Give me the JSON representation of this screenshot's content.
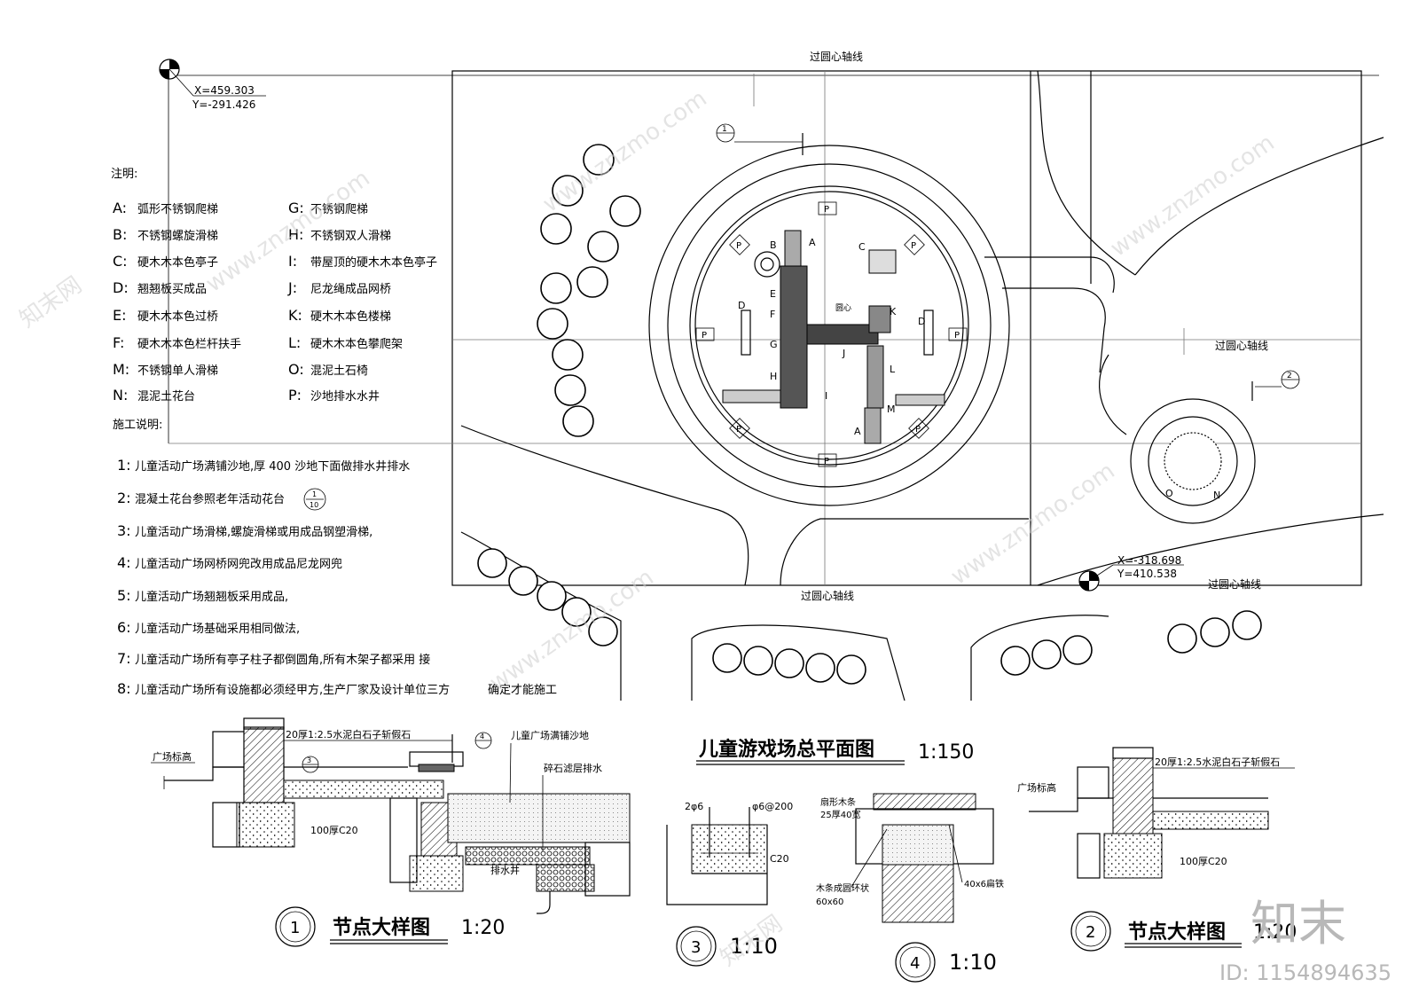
{
  "plan": {
    "axis_label_top": "过圆心轴线",
    "axis_label_bottom": "过圆心轴线",
    "axis_label_right_mid": "过圆心轴线",
    "axis_label_right_bottom": "过圆心轴线",
    "center_label": "圆心",
    "coord_top": {
      "x": "X=459.303",
      "y": "Y=-291.426"
    },
    "coord_bottom": {
      "x": "X=-318.698",
      "y": "Y=410.538"
    },
    "callout_1": "1",
    "callout_2": "2",
    "equipment_letters": [
      "A",
      "B",
      "C",
      "D",
      "E",
      "F",
      "G",
      "H",
      "I",
      "J",
      "K",
      "L",
      "M",
      "O",
      "N",
      "P"
    ],
    "title": "儿童游戏场总平面图",
    "scale": "1:150"
  },
  "legend": {
    "heading": "注明:",
    "items": [
      {
        "key": "A:",
        "text": "弧形不锈钢爬梯"
      },
      {
        "key": "B:",
        "text": "不锈钢螺旋滑梯"
      },
      {
        "key": "C:",
        "text": "硬木木本色亭子"
      },
      {
        "key": "D:",
        "text": "翘翘板买成品"
      },
      {
        "key": "E:",
        "text": "硬木木本色过桥"
      },
      {
        "key": "F:",
        "text": "硬木木本色栏杆扶手"
      },
      {
        "key": "M:",
        "text": "不锈钢单人滑梯"
      },
      {
        "key": "N:",
        "text": "混泥土花台"
      },
      {
        "key": "G:",
        "text": "不锈钢爬梯"
      },
      {
        "key": "H:",
        "text": "不锈钢双人滑梯"
      },
      {
        "key": "I:",
        "text": "带屋顶的硬木木本色亭子"
      },
      {
        "key": "J:",
        "text": "尼龙绳成品网桥"
      },
      {
        "key": "K:",
        "text": "硬木木本色楼梯"
      },
      {
        "key": "L:",
        "text": "硬木木本色攀爬架"
      },
      {
        "key": "O:",
        "text": "混泥土石椅"
      },
      {
        "key": "P:",
        "text": "沙地排水水井"
      }
    ]
  },
  "notes": {
    "heading": "施工说明:",
    "items": [
      {
        "num": "1:",
        "text": "儿童活动广场满铺沙地,厚   400 沙地下面做排水井排水"
      },
      {
        "num": "2:",
        "text": "混凝土花台参照老年活动花台"
      },
      {
        "num": "3:",
        "text": "儿童活动广场滑梯,螺旋滑梯或用成品钢塑滑梯,"
      },
      {
        "num": "4:",
        "text": "儿童活动广场网桥网兜改用成品尼龙网兜"
      },
      {
        "num": "5:",
        "text": "儿童活动广场翘翘板采用成品,"
      },
      {
        "num": "6:",
        "text": "儿童活动广场基础采用相同做法,"
      },
      {
        "num": "7:",
        "text": "儿童活动广场所有亭子柱子都倒圆角,所有木架子都采用  接"
      },
      {
        "num": "8:",
        "text": "儿童活动广场所有设施都必须经甲方,生产厂家及设计单位三方"
      }
    ],
    "note8_tail": "确定才能施工",
    "ref_num": "1",
    "ref_den": "10"
  },
  "details": {
    "d1": {
      "num": "1",
      "title": "节点大样图",
      "scale": "1:20",
      "labels": [
        "广场标高",
        "20厚1:2.5水泥白石子斩假石",
        "100厚C20",
        "儿童广场满铺沙地",
        "碎石滤层排水",
        "排水井"
      ],
      "callout_3": "3",
      "callout_4": "4"
    },
    "d2": {
      "num": "2",
      "title": "节点大样图",
      "scale": "1:20",
      "labels": [
        "20厚1:2.5水泥白石子斩假石",
        "广场标高",
        "100厚C20"
      ]
    },
    "d3": {
      "num": "3",
      "scale": "1:10",
      "labels": [
        "2φ6",
        "φ6@200",
        "C20"
      ]
    },
    "d4": {
      "num": "4",
      "scale": "1:10",
      "labels": [
        "扇形木条",
        "25厚40宽",
        "木条成圆环状",
        "60x60",
        "40x6扁铁"
      ]
    }
  },
  "branding": {
    "watermark": "www.znzmo.com",
    "watermark_cn": "知末网",
    "logo": "知末",
    "id_text": "ID: 1154894635"
  }
}
